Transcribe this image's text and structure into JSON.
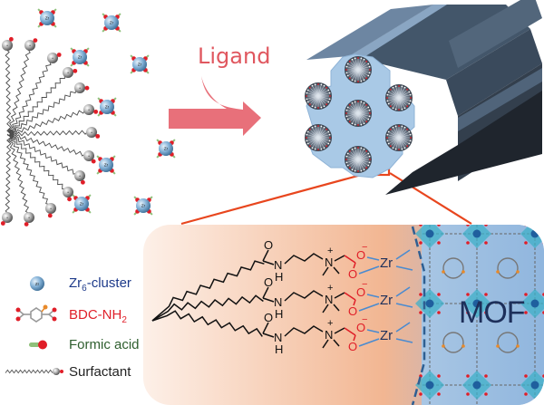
{
  "arrow_label": "Ligand",
  "mof_label": "MOF",
  "legend": [
    {
      "icon": "zr6-cluster-icon",
      "label": "Zr",
      "sub": "6",
      "suffix": "-cluster",
      "color": "#1d3a8a"
    },
    {
      "icon": "bdc-nh2-icon",
      "label": "BDC-NH",
      "sub": "2",
      "suffix": "",
      "color": "#e0202a"
    },
    {
      "icon": "formic-acid-icon",
      "label": "Formic acid",
      "sub": "",
      "suffix": "",
      "color": "#2e5e2e"
    },
    {
      "icon": "surfactant-icon",
      "label": "Surfactant",
      "sub": "",
      "suffix": "",
      "color": "#222222"
    }
  ],
  "cluster_label": "Zr",
  "molecule": {
    "rows": [
      {
        "amide_o": "O",
        "amide_nh": "N",
        "h": "H",
        "n_plus": "N",
        "charge": "+",
        "o_minus": "O",
        "minus": "−",
        "o_double": "O",
        "zr": "Zr"
      },
      {
        "amide_o": "O",
        "amide_nh": "N",
        "h": "H",
        "n_plus": "N",
        "charge": "+",
        "o_minus": "O",
        "minus": "−",
        "o_double": "O",
        "zr": "Zr"
      },
      {
        "amide_o": "O",
        "amide_nh": "N",
        "h": "H",
        "n_plus": "N",
        "charge": "+",
        "o_minus": "O",
        "minus": "−",
        "o_double": "O",
        "zr": "Zr"
      }
    ]
  },
  "colors": {
    "ligand_arrow": "#e8707a",
    "zoom_line": "#e8461e",
    "hexagon_face": "#a9c9e6",
    "hexagon_side": "#43566a",
    "cluster_blue": "#7eaed3",
    "oxygen_red": "#e01e28",
    "mof_blue": "#9dc3e6",
    "peach": "#f2b692"
  }
}
